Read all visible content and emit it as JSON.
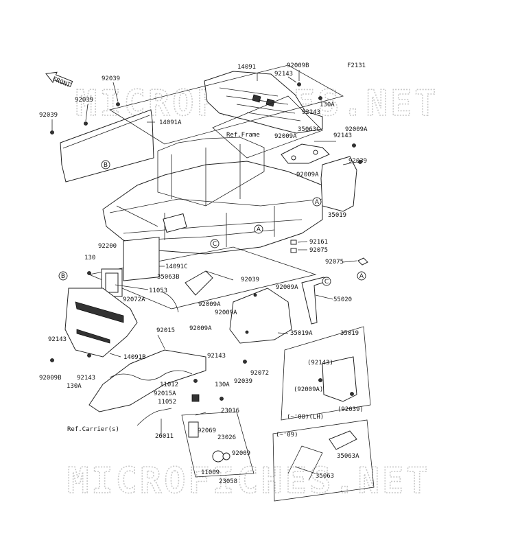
{
  "watermark": "MICROFICHES.NET",
  "figure_code": "F2131",
  "front_arrow": "FRONT",
  "callouts": {
    "a": "A",
    "b": "B",
    "c": "C"
  },
  "refs": {
    "frame": "Ref.Frame",
    "carrier": "Ref.Carrier(s)"
  },
  "variant_labels": {
    "lh": "(~'08)(LH)",
    "to09": "(~'09)"
  },
  "parts": {
    "p14091": "14091",
    "p92009b_top": "92009B",
    "p92143_a": "92143",
    "p92143_b": "92143",
    "p130a_top": "130A",
    "p35063c": "35063C",
    "p92009a_a": "92009A",
    "p92143_c": "92143",
    "p92009a_b": "92009A",
    "p92039_right": "92039",
    "p92009a_c": "92009A",
    "p35019_top": "35019",
    "p92039_tl1": "92039",
    "p92039_tl2": "92039",
    "p14091a": "14091A",
    "p92039_left": "92039",
    "p92200": "92200",
    "p130_mid": "130",
    "p14091c": "14091C",
    "p35063b": "35063B",
    "p11053": "11053",
    "p92072a": "92072A",
    "p92009a_d": "92009A",
    "p92009a_e": "92009A",
    "p92039_mid": "92039",
    "p92161": "92161",
    "p92075_a": "92075",
    "p92075_b": "92075",
    "p92009a_f": "92009A",
    "p55020": "55020",
    "p92009a_g": "92009A",
    "p35019a": "35019A",
    "p92143_mid": "92143",
    "p92039_low": "92039",
    "p92072": "92072",
    "p92015": "92015",
    "p92143_left": "92143",
    "p14091b": "14091B",
    "p92009b_left": "92009B",
    "p92143_left2": "92143",
    "p130a_left": "130A",
    "p11012": "11012",
    "p130a_mid": "130A",
    "p92015a": "92015A",
    "p11052": "11052",
    "p23016": "23016",
    "p26011": "26011",
    "p92069": "92069",
    "p23026": "23026",
    "p92009_low": "92009",
    "p11009": "11009",
    "p23058": "23058",
    "p35019_box": "35019",
    "p92143_box": "(92143)",
    "p92009a_box": "(92009A)",
    "p92039_box": "(92039)",
    "p35063a": "35063A",
    "p35063": "35063"
  }
}
